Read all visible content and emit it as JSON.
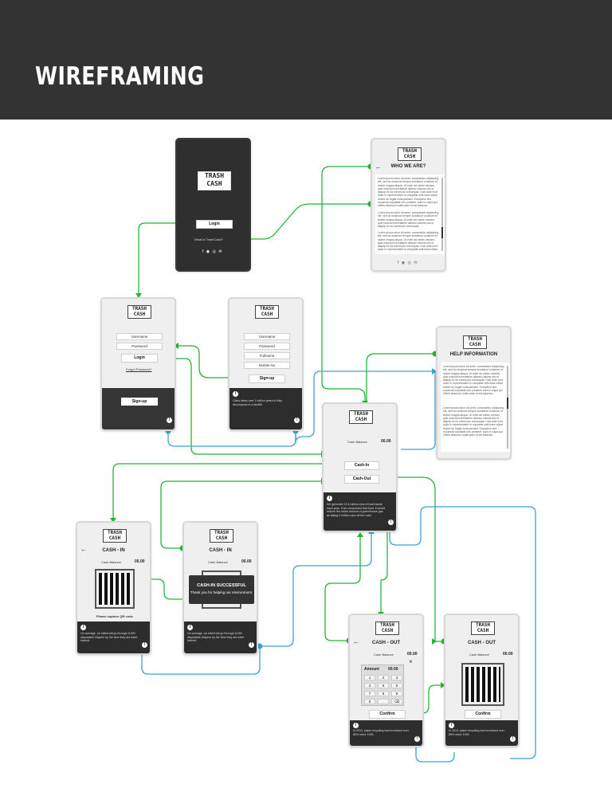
{
  "header": {
    "title": "WIREFRAMING"
  },
  "brand": {
    "logo_top": "TRASH",
    "logo_bottom": "CASH"
  },
  "colors": {
    "green": "#22b532",
    "blue": "#3aa2d6",
    "header_bg": "#333333",
    "dark": "#2f2f2f"
  },
  "login_screen": {
    "login_btn": "Login",
    "what_is_link": "What is TrashCash?",
    "socials": "f ◉ ◎ ✉"
  },
  "who_screen": {
    "title": "WHO WE ARE?",
    "back_icon": "←",
    "paragraphs": [
      "Lorem ipsum dolor sit amet, consectetur adipiscing elit, sed do eiusmod tempor incididunt ut labore et dolore magna aliqua. Ut enim ad minim veniam, quis nostrud exercitation ullamco laboris nisi ut aliquip ex ea commodo consequat. Duis aute irure dolor in reprehenderit in voluptate velit esse cillum dolore eu fugiat nulla pariatur. Excepteur sint occaecat cupidatat non proident, sunt in culpa qui officia deserunt mollit anim id est laborum.",
      "Lorem ipsum dolor sit amet, consectetur adipiscing elit, sed do eiusmod tempor incididunt ut labore et dolore magna aliqua. Ut enim ad minim veniam, quis nostrud exercitation ullamco laboris nisi ut aliquip ex ea commodo consequat.",
      "Lorem ipsum dolor sit amet, consectetur adipiscing elit, sed do eiusmod tempor incididunt ut labore et dolore magna aliqua. Ut enim ad minim veniam, quis nostrud exercitation ullamco laboris nisi ut aliquip ex ea commodo consequat. Duis aute irure dolor in reprehenderit in voluptate velit esse cillum dolore eu fugiat nulla pariatur."
    ],
    "socials": "f ◉ ◎ ✉"
  },
  "login_form": {
    "username": "Username",
    "password": "Password",
    "login_btn": "Login",
    "forgot": "Forgot Password?",
    "signup_btn": "Sign-up"
  },
  "signup_form": {
    "username": "Username",
    "password": "Password",
    "fullname": "Fullname",
    "mobile": "Mobile No",
    "signup_btn": "Sign-up",
    "fact": "Class takes over 1 million years to fully decompose in a landfill."
  },
  "help_screen": {
    "title": "HELP INFORMATION",
    "back_icon": "←",
    "paragraphs": [
      "Lorem ipsum dolor sit amet, consectetur adipiscing elit, sed do eiusmod tempor incididunt ut labore et dolore magna aliqua. Ut enim ad minim veniam, quis nostrud exercitation ullamco laboris nisi ut aliquip ex ea commodo consequat. Duis aute irure dolor in reprehenderit in voluptate velit esse cillum dolore eu fugiat nulla pariatur. Excepteur sint occaecat cupidatat non proident, sunt in culpa qui officia deserunt mollit anim id est laborum.",
      "Lorem ipsum dolor sit amet, consectetur adipiscing elit, sed do eiusmod tempor incididunt ut labore et dolore magna aliqua. Ut enim ad minim veniam, quis nostrud exercitation ullamco laboris nisi ut aliquip ex ea commodo consequat. Duis aute irure dolor in reprehenderit in voluptate velit esse cillum dolore eu fugiat nulla pariatur. Excepteur sint occaecat cupidatat non proident, sunt in culpa qui officia deserunt mollit anim id est laborum."
    ]
  },
  "home_screen": {
    "balance_label": "Cash Balance",
    "balance_value": "00.00",
    "cash_in_btn": "Cash-In",
    "cash_out_btn": "Cash-Out",
    "fact": "We generate 21.5 million tons of food waste each year. If we composted that food, it would reduce the same amount of greenhouse gas as taking 2 million cars off the road."
  },
  "cashin_screen": {
    "title": "CASH - IN",
    "back_icon": "←",
    "balance_label": "Cash Balance",
    "balance_value": "00.00",
    "capture_text": "Please capture QR code",
    "fact": "On average, an infant will go through 8,000 disposable diapers by the time they are toilet trained."
  },
  "cashin_success": {
    "title": "CASH - IN",
    "balance_label": "Cash Balance",
    "balance_value": "00.00",
    "modal_title": "CASH-IN SUCCESSFUL",
    "modal_sub": "Thank you for helping our environment.",
    "fact": "On average, an infant will go through 8,000 disposable diapers by the time they are toilet trained."
  },
  "cashout_screen": {
    "title": "CASH - OUT",
    "back_icon": "←",
    "balance_label": "Cash Balance",
    "balance_value": "00.00",
    "close_icon": "×",
    "amount_label": "Amount",
    "amount_value": "00.00",
    "keys": [
      "1",
      "2",
      "3",
      "4",
      "5",
      "6",
      "7",
      "8",
      "9",
      "0",
      ".",
      "⌫"
    ],
    "confirm_btn": "Confirm",
    "fact": "In 2013, paper recycling had increased over 89% since 1990."
  },
  "cashout_qr_screen": {
    "title": "CASH - OUT",
    "balance_label": "Cash Balance",
    "balance_value": "00.00",
    "confirm_btn": "Confirm",
    "fact": "In 2013, paper recycling had increased over 89% since 1990."
  },
  "info_badge": "i",
  "nav_badge": "!"
}
